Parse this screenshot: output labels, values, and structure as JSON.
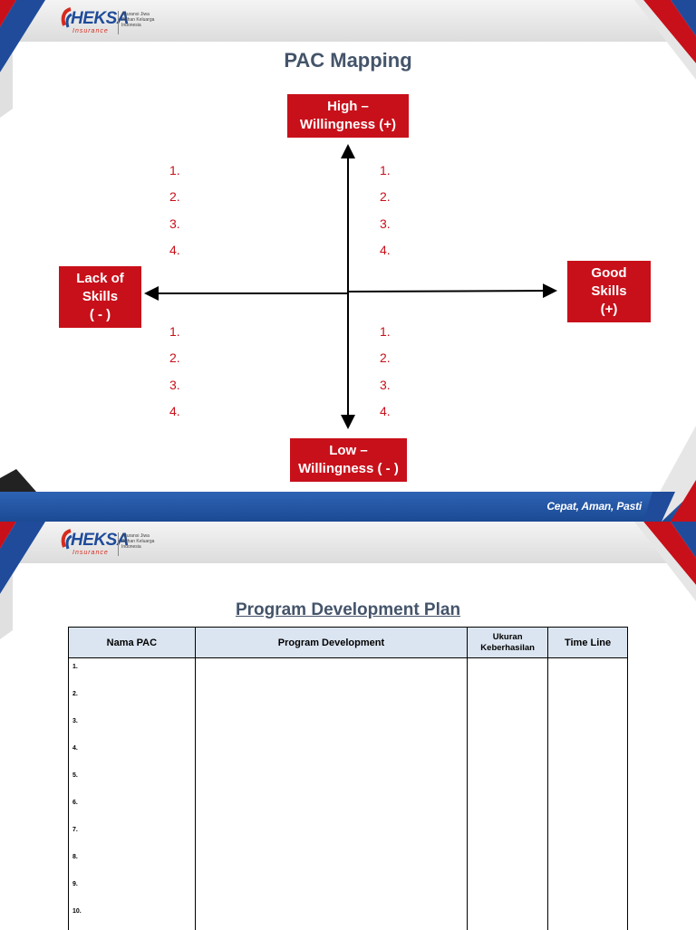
{
  "brand": {
    "name": "HEKSA",
    "sub": "Insurance",
    "tagline": [
      "Asuransi Jiwa",
      "Pilihan Keluarga",
      "Indonesia"
    ],
    "colors": {
      "red": "#c8101a",
      "blue": "#1f4b9a",
      "title": "#44546a"
    }
  },
  "slide1": {
    "title": "PAC Mapping",
    "labels": {
      "high": "High –\nWillingness (+)",
      "low": "Low –\nWillingness ( - )",
      "lack": "Lack of\nSkills\n( - )",
      "good": "Good\nSkills\n(+)"
    },
    "list_items": [
      "1.",
      "2.",
      "3.",
      "4."
    ],
    "footer_tagline": "Cepat, Aman, Pasti"
  },
  "slide2": {
    "title": "Program Development Plan",
    "columns": [
      "Nama PAC",
      "Program Development",
      "Ukuran Keberhasilan",
      "Time Line"
    ],
    "rows": [
      "1.",
      "2.",
      "3.",
      "4.",
      "5.",
      "6.",
      "7.",
      "8.",
      "9.",
      "10."
    ]
  }
}
